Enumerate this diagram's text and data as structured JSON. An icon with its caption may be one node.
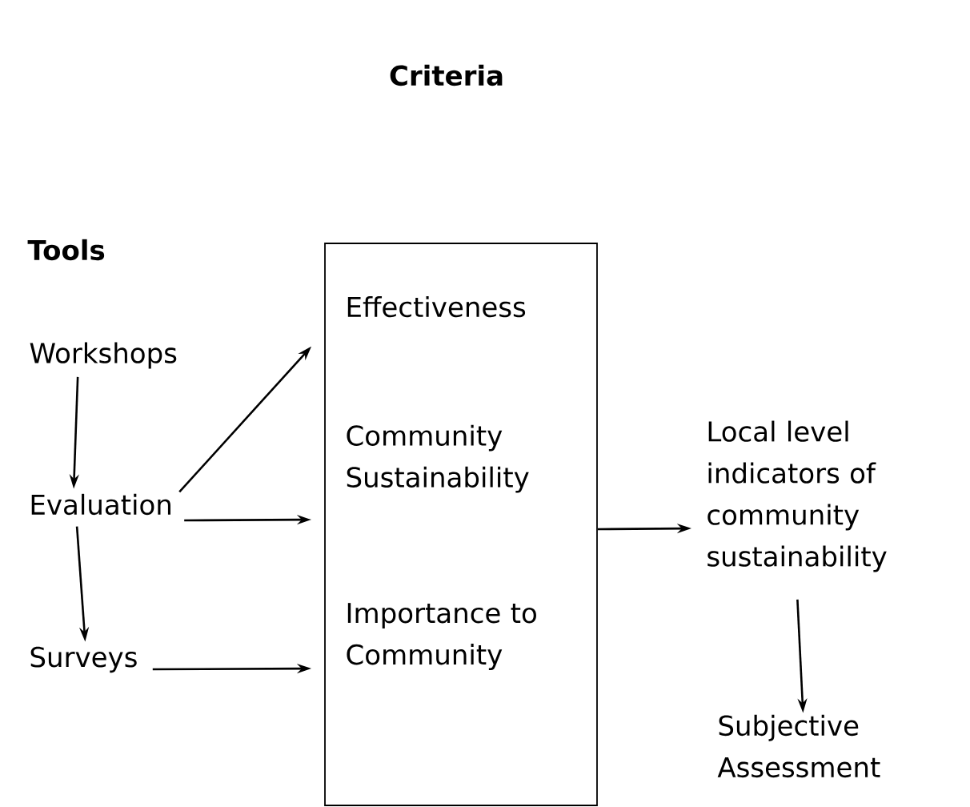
{
  "diagram": {
    "nodes": [
      {
        "text": [
          "Workshops"
        ]
      },
      {
        "text": [
          "Evaluation"
        ]
      },
      {
        "text": [
          "Surveys"
        ]
      },
      {
        "text": [],
        "shape": "box"
      },
      {
        "text": [
          "Effectiveness"
        ],
        "in": 3
      },
      {
        "text": [
          "Community Sustainability"
        ],
        "in": 3
      },
      {
        "text": [
          "Importance to Community"
        ],
        "in": 3
      },
      {
        "text": [
          "Local level indicators of community sustainability"
        ]
      },
      {
        "text": [
          "Subjective Assessment"
        ]
      }
    ],
    "edges": [
      {
        "from": 0,
        "to": 1,
        "arrow": "to"
      },
      {
        "from": 1,
        "to": 2,
        "arrow": "to"
      },
      {
        "from": 1,
        "to": 4,
        "arrow": "to"
      },
      {
        "from": 1,
        "to": 5,
        "arrow": "to"
      },
      {
        "from": 2,
        "to": 6,
        "arrow": "to"
      },
      {
        "from": 3,
        "to": 7,
        "arrow": "to"
      },
      {
        "from": 7,
        "to": 8,
        "arrow": "to"
      }
    ],
    "labels": [
      "Criteria",
      "Tools"
    ]
  }
}
